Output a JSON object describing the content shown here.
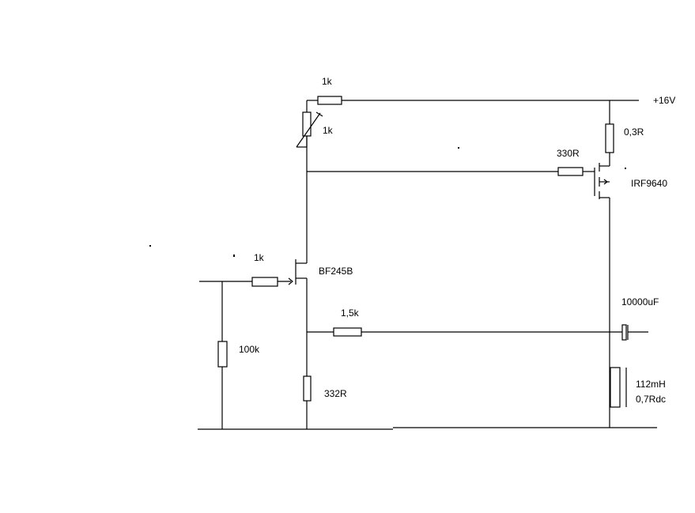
{
  "schematic": {
    "supply": "+16V",
    "r_top": "1k",
    "r_pot": "1k",
    "r_gate_fet": "330R",
    "r_source": "0,3R",
    "mosfet": "IRF9640",
    "jfet": "BF245B",
    "r_input": "1k",
    "r_bias": "100k",
    "r_feedback": "1,5k",
    "r_jfet_source": "332R",
    "capacitor": "10000uF",
    "inductor_value": "112mH",
    "inductor_resistance": "0,7Rdc"
  }
}
